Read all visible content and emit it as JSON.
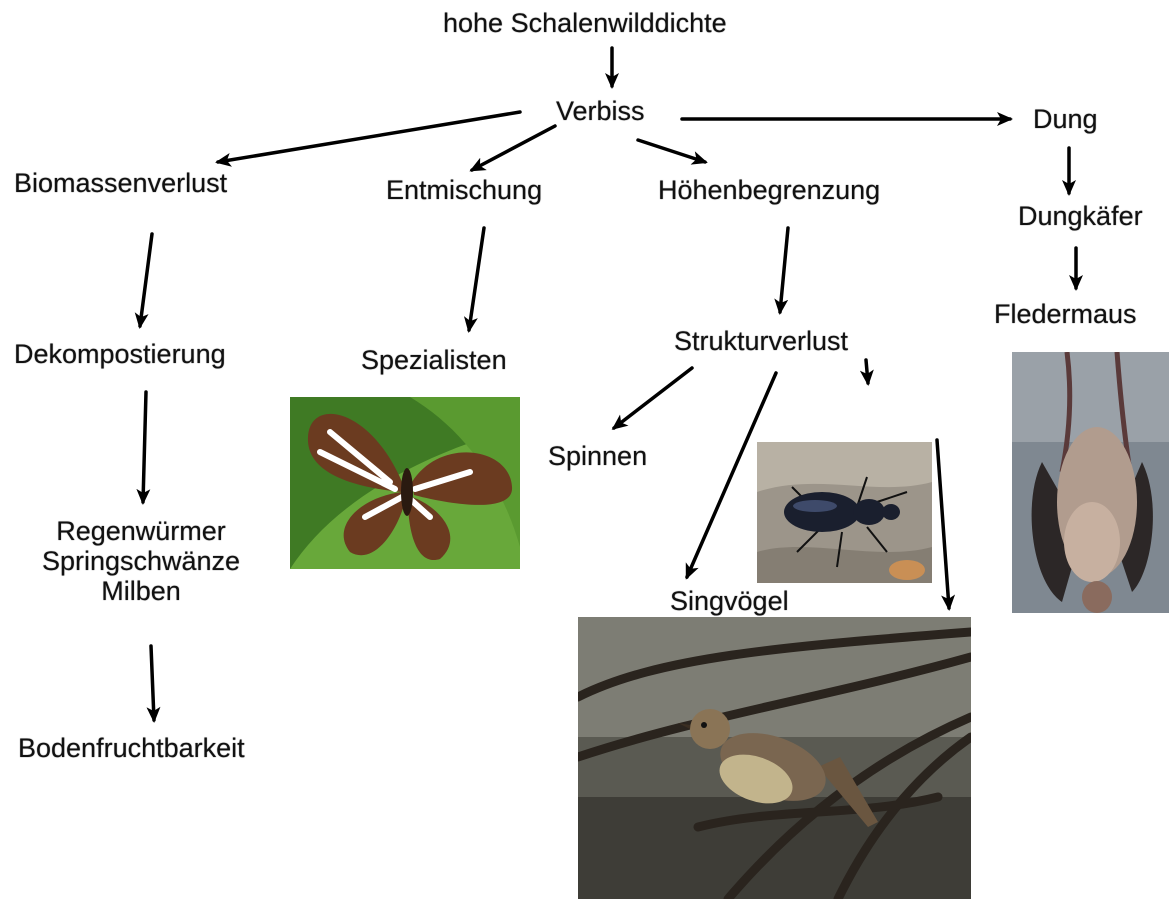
{
  "nodes": {
    "top": "hohe Schalenwilddichte",
    "verbiss": "Verbiss",
    "dung": "Dung",
    "biomassenverlust": "Biomassenverlust",
    "entmischung": "Entmischung",
    "hoehenbegrenzung": "Höhenbegrenzung",
    "dungkaefer": "Dungkäfer",
    "fledermaus": "Fledermaus",
    "dekompostierung": "Dekompostierung",
    "spezialisten": "Spezialisten",
    "strukturverlust": "Strukturverlust",
    "spinnen": "Spinnen",
    "singvoegel": "Singvögel",
    "bodenorganismen": [
      "Regenwürmer",
      "Springschwänze",
      "Milben"
    ],
    "bodenfruchtbarkeit": "Bodenfruchtbarkeit"
  },
  "edges": [
    [
      "hohe Schalenwilddichte",
      "Verbiss"
    ],
    [
      "Verbiss",
      "Biomassenverlust"
    ],
    [
      "Verbiss",
      "Entmischung"
    ],
    [
      "Verbiss",
      "Höhenbegrenzung"
    ],
    [
      "Verbiss",
      "Dung"
    ],
    [
      "Dung",
      "Dungkäfer"
    ],
    [
      "Dungkäfer",
      "Fledermaus"
    ],
    [
      "Biomassenverlust",
      "Dekompostierung"
    ],
    [
      "Dekompostierung",
      "Regenwürmer Springschwänze Milben"
    ],
    [
      "Regenwürmer Springschwänze Milben",
      "Bodenfruchtbarkeit"
    ],
    [
      "Entmischung",
      "Spezialisten"
    ],
    [
      "Höhenbegrenzung",
      "Strukturverlust"
    ],
    [
      "Strukturverlust",
      "Spinnen"
    ],
    [
      "Strukturverlust",
      "Singvögel"
    ],
    [
      "Strukturverlust",
      "Laufkäfer-Foto"
    ]
  ],
  "photos": [
    {
      "depicts": "butterfly",
      "icon": "butterfly-photo"
    },
    {
      "depicts": "ground beetle",
      "icon": "beetle-photo"
    },
    {
      "depicts": "songbird on branch",
      "icon": "songbird-photo"
    },
    {
      "depicts": "hanging bat",
      "icon": "bat-photo"
    }
  ]
}
